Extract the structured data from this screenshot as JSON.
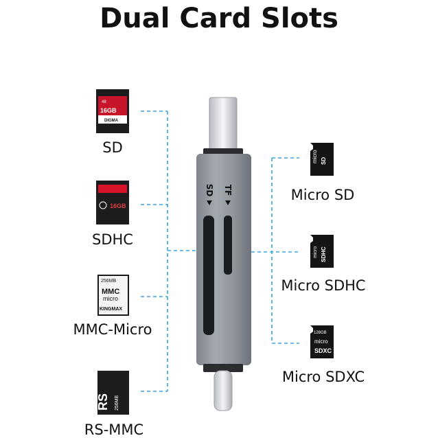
{
  "title": "Dual Card Slots",
  "left_cards": [
    {
      "label": "SD",
      "card_text": [
        "48",
        "16GB",
        "DIGMA"
      ]
    },
    {
      "label": "SDHC",
      "card_text": [
        "16GB"
      ]
    },
    {
      "label": "MMC-Micro",
      "card_text": [
        "256MB",
        "MMC",
        "micro",
        "KINGMAX"
      ]
    },
    {
      "label": "RS-MMC",
      "card_text": [
        "RS",
        "256MB"
      ]
    }
  ],
  "right_cards": [
    {
      "label": "Micro SD",
      "card_text": [
        "micro",
        "SD"
      ]
    },
    {
      "label": "Micro SDHC",
      "card_text": [
        "micro",
        "SDHC"
      ]
    },
    {
      "label": "Micro SDXC",
      "card_text": [
        "128GB",
        "micro",
        "SDXC"
      ]
    }
  ],
  "reader": {
    "slot_sd": "SD",
    "slot_tf": "TF"
  },
  "colors": {
    "connector_line": "#3aa3e0",
    "reader_body": "#8c8f96"
  }
}
